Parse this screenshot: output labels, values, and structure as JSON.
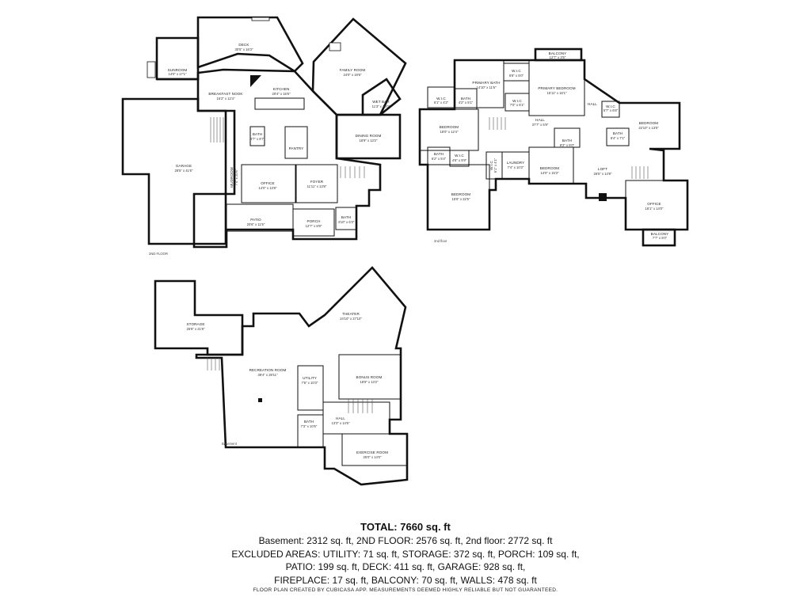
{
  "floor_labels": {
    "second_floor": "2ND FLOOR",
    "second_floor_b": "2nd floor",
    "basement": "Basement"
  },
  "rooms": {
    "deck": {
      "name": "DECK",
      "dim": "30'5\" x 16'3\""
    },
    "sunroom": {
      "name": "SUNROOM",
      "dim": "14'0\" x 17'1\""
    },
    "breakfast_nook": {
      "name": "BREAKFAST NOOK",
      "dim": "15'2\" x 12'4\""
    },
    "kitchen": {
      "name": "KITCHEN",
      "dim": "20'4\" x 15'5\""
    },
    "family_room": {
      "name": "FAMILY ROOM",
      "dim": "24'0\" x 19'6\""
    },
    "wet_bar": {
      "name": "WET BAR",
      "dim": "11'3\" x 10'0\""
    },
    "dining_room": {
      "name": "DINING ROOM",
      "dim": "18'9\" x 13'2\""
    },
    "garage": {
      "name": "GARAGE",
      "dim": "28'5\" x 41'6\""
    },
    "mudroom": {
      "name": "MUDROOM",
      "dim": "7'4\" x 20'6\""
    },
    "bath_a": {
      "name": "BATH",
      "dim": "4'7\" x 8'7\""
    },
    "pantry": {
      "name": "PANTRY",
      "dim": ""
    },
    "office": {
      "name": "OFFICE",
      "dim": "14'0\" x 13'8\""
    },
    "foyer": {
      "name": "FOYER",
      "dim": "11'11\" x 13'8\""
    },
    "patio": {
      "name": "PATIO",
      "dim": "20'8\" x 11'5\""
    },
    "porch": {
      "name": "PORCH",
      "dim": "12'7\" x 8'8\""
    },
    "bath_b": {
      "name": "BATH",
      "dim": "4'10\" x 6'3\""
    },
    "balcony_top": {
      "name": "BALCONY",
      "dim": "12'7\" x 3'5\""
    },
    "primary_bath": {
      "name": "PRIMARY BATH",
      "dim": "14'10\" x 11'5\""
    },
    "wic_a": {
      "name": "W.I.C",
      "dim": "6'8\" x 5'0\""
    },
    "primary_bedroom": {
      "name": "PRIMARY BEDROOM",
      "dim": "15'11\" x 16'1\""
    },
    "wic_b": {
      "name": "W.I.C",
      "dim": "7'0\" x 6'1\""
    },
    "bath_c": {
      "name": "BATH",
      "dim": "4'2\" x 5'1\""
    },
    "wic_c": {
      "name": "W.I.C",
      "dim": "6'1\" x 4'2\""
    },
    "hall_a": {
      "name": "HALL",
      "dim": ""
    },
    "wic_d": {
      "name": "W.I.C",
      "dim": "5'7\" x 6'6\""
    },
    "bedroom_nw": {
      "name": "BEDROOM",
      "dim": "18'0\" x 12'4\""
    },
    "hall_b": {
      "name": "HALL",
      "dim": "37'7\" x 5'9\""
    },
    "bedroom_ne": {
      "name": "BEDROOM",
      "dim": "22'10\" x 13'0\""
    },
    "bath_d": {
      "name": "BATH",
      "dim": "6'4\" x 7'1\""
    },
    "bath_e": {
      "name": "BATH",
      "dim": "8'2\" x 5'0\""
    },
    "bath_f": {
      "name": "BATH",
      "dim": "6'2\" x 5'4\""
    },
    "wic_e": {
      "name": "W.I.C",
      "dim": "4'6\" x 5'9\""
    },
    "wic_f": {
      "name": "W.I.C",
      "dim": "6'1\" x 4'1\""
    },
    "laundry": {
      "name": "LAUNDRY",
      "dim": "7'4\" x 10'3\""
    },
    "bedroom_mid": {
      "name": "BEDROOM",
      "dim": "14'0\" x 15'3\""
    },
    "loft": {
      "name": "LOFT",
      "dim": "26'5\" x 14'9\""
    },
    "bedroom_sw": {
      "name": "BEDROOM",
      "dim": "15'6\" x 22'5\""
    },
    "office_b": {
      "name": "OFFICE",
      "dim": "18'1\" x 14'0\""
    },
    "balcony_b": {
      "name": "BALCONY",
      "dim": "7'7\" x 5'0\""
    },
    "storage": {
      "name": "STORAGE",
      "dim": "25'8\" x 21'8\""
    },
    "theater": {
      "name": "THEATER",
      "dim": "24'10\" x 27'10\""
    },
    "recreation": {
      "name": "RECREATION ROOM",
      "dim": "39'4\" x 28'11\""
    },
    "utility": {
      "name": "UTILITY",
      "dim": "7'6\" x 10'3\""
    },
    "bonus": {
      "name": "BONUS ROOM",
      "dim": "18'9\" x 13'2\""
    },
    "hall_c": {
      "name": "HALL",
      "dim": "13'3\" x 14'5\""
    },
    "bath_g": {
      "name": "BATH",
      "dim": "7'3\" x 10'6\""
    },
    "exercise": {
      "name": "EXERCISE ROOM",
      "dim": "25'0\" x 14'0\""
    }
  },
  "summary": {
    "total": "TOTAL: 7660 sq. ft",
    "line1": "Basement: 2312 sq. ft, 2ND FLOOR: 2576 sq. ft, 2nd floor: 2772 sq. ft",
    "line2": "EXCLUDED AREAS: UTILITY: 71 sq. ft, STORAGE: 372 sq. ft, PORCH: 109 sq. ft,",
    "line3": "PATIO: 199 sq. ft, DECK: 411 sq. ft, GARAGE: 928 sq. ft,",
    "line4": "FIREPLACE: 17 sq. ft, BALCONY: 70 sq. ft, WALLS: 478 sq. ft",
    "note": "FLOOR PLAN CREATED BY CUBICASA APP. MEASUREMENTS DEEMED HIGHLY RELIABLE BUT NOT GUARANTEED."
  }
}
